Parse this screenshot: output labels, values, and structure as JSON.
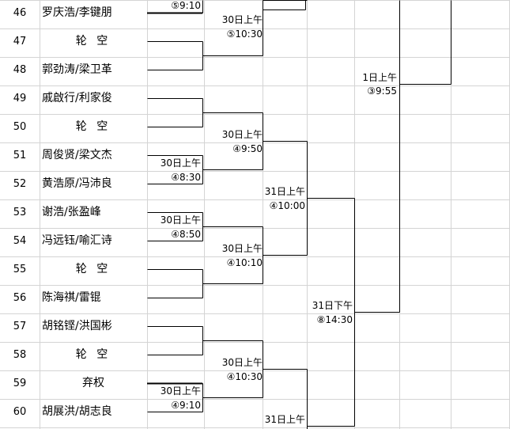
{
  "rows": [
    {
      "num": "46",
      "name": "罗庆浩/李键朋",
      "kind": "player"
    },
    {
      "num": "47",
      "name": "轮 空",
      "kind": "bye"
    },
    {
      "num": "48",
      "name": "郭劲涛/梁卫革",
      "kind": "player"
    },
    {
      "num": "49",
      "name": "戚啟行/利家俊",
      "kind": "player"
    },
    {
      "num": "50",
      "name": "轮 空",
      "kind": "bye"
    },
    {
      "num": "51",
      "name": "周俊贤/梁文杰",
      "kind": "player"
    },
    {
      "num": "52",
      "name": "黄浩原/冯沛良",
      "kind": "player"
    },
    {
      "num": "53",
      "name": "谢浩/张盈峰",
      "kind": "player"
    },
    {
      "num": "54",
      "name": "冯远钰/喻汇诗",
      "kind": "player"
    },
    {
      "num": "55",
      "name": "轮 空",
      "kind": "bye"
    },
    {
      "num": "56",
      "name": "陈海祺/雷锟",
      "kind": "player"
    },
    {
      "num": "57",
      "name": "胡铭铿/洪国彬",
      "kind": "player"
    },
    {
      "num": "58",
      "name": "轮 空",
      "kind": "bye"
    },
    {
      "num": "59",
      "name": "弃权",
      "kind": "forfeit"
    },
    {
      "num": "60",
      "name": "胡展洪/胡志良",
      "kind": "player"
    }
  ],
  "schedule": {
    "r1_top_partial": {
      "time": "⑤9:10"
    },
    "r1_51_52": {
      "day": "30日上午",
      "time": "④8:30"
    },
    "r1_53_54": {
      "day": "30日上午",
      "time": "④8:50"
    },
    "r1_59_60": {
      "day": "30日上午",
      "time": "④9:10"
    },
    "r2_46_48": {
      "day": "30日上午",
      "time": "⑤10:30"
    },
    "r2_49_52": {
      "day": "30日上午",
      "time": "④9:50"
    },
    "r2_53_56": {
      "day": "30日上午",
      "time": "④10:10"
    },
    "r2_57_60": {
      "day": "30日上午",
      "time": "④10:30"
    },
    "r3_49_56": {
      "day": "31日上午",
      "time": "④10:00"
    },
    "r3_57_60_partial": {
      "day": "31日上午"
    },
    "r4_49_60": {
      "day": "31日下午",
      "time": "⑧14:30"
    },
    "r5_top": {
      "day": "1日上午",
      "time": "③9:55"
    }
  },
  "colors": {
    "grid": "#d4d4d4",
    "line": "#000000"
  }
}
